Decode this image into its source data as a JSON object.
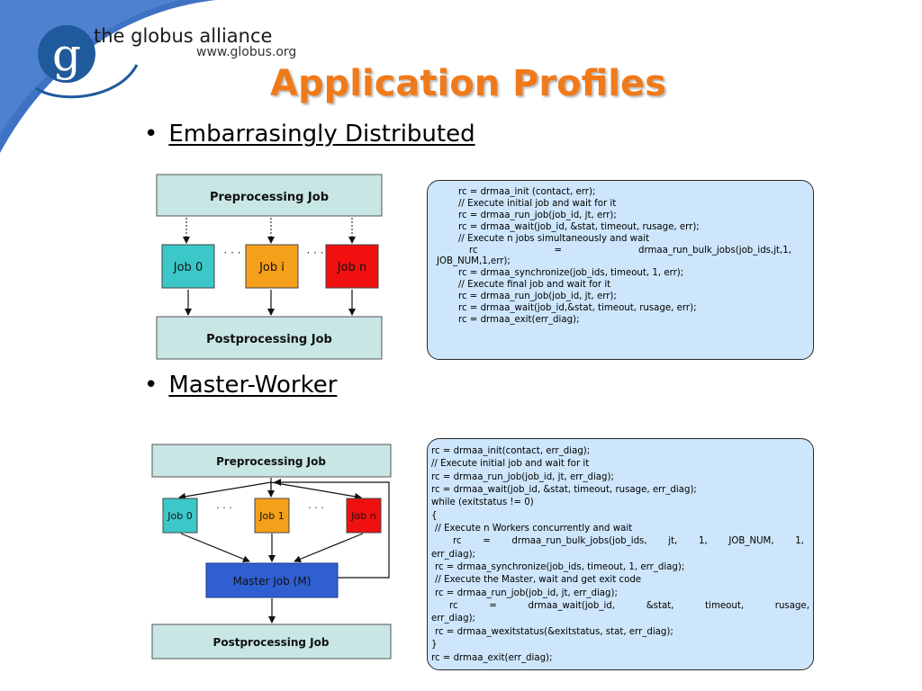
{
  "header": {
    "brand_name": "the globus alliance",
    "brand_url": "www.globus.org",
    "logo_letter": "g",
    "logo_color": "#1f5a9c",
    "swoosh_color": "#3d72c4"
  },
  "title": "Application Profiles",
  "title_color": "#f07a1a",
  "bullets": [
    {
      "label": "Embarrasingly Distributed"
    },
    {
      "label": "Master-Worker"
    }
  ],
  "diagram1": {
    "preprocessing": "Preprocessing Job",
    "postprocessing": "Postprocessing Job",
    "jobs": [
      "Job 0",
      "Job i",
      "Job n"
    ],
    "ellipses": [
      "· · ·",
      "· · ·"
    ]
  },
  "diagram2": {
    "preprocessing": "Preprocessing Job",
    "postprocessing": "Postprocessing Job",
    "master": "Master Job (M)",
    "jobs": [
      "Job 0",
      "Job 1",
      "Job n"
    ],
    "ellipses": [
      "· · ·",
      "· · ·"
    ]
  },
  "colors": {
    "stage_fill": "#c8e6e4",
    "job0_fill": "#3cc8c8",
    "jobi_fill": "#f5a01a",
    "jobn_fill": "#f01010",
    "master_fill": "#2f5fd0",
    "code_bg": "#cde6fb"
  },
  "code1": {
    "l01": "rc = drmaa_init (contact, err);",
    "l02": "// Execute initial job and wait for it",
    "l03": "rc = drmaa_run_job(job_id, jt, err);",
    "l04": "rc = drmaa_wait(job_id, &stat, timeout, rusage, err);",
    "l05": "// Execute n jobs simultaneously and wait",
    "l06a": "rc",
    "l06b": "=",
    "l06c": "drmaa_run_bulk_jobs(job_ids,jt,1,",
    "l07": "JOB_NUM,1,err);",
    "l08": "rc = drmaa_synchronize(job_ids, timeout, 1, err);",
    "l09": "// Execute final job and wait for it",
    "l10": "rc = drmaa_run_job(job_id, jt, err);",
    "l11": "rc = drmaa_wait(job_id,&stat, timeout, rusage, err);",
    "l12": "rc = drmaa_exit(err_diag);"
  },
  "code2": {
    "l01": "rc = drmaa_init(contact, err_diag);",
    "l02": "// Execute initial job and wait for it",
    "l03": "rc = drmaa_run_job(job_id, jt, err_diag);",
    "l04": "rc = drmaa_wait(job_id, &stat, timeout, rusage, err_diag);",
    "l05": "while (exitstatus != 0)",
    "l06": "{",
    "l07": "// Execute n Workers concurrently and wait",
    "l08a": "rc",
    "l08b": "=",
    "l08c": "drmaa_run_bulk_jobs(job_ids,",
    "l08d": "jt,",
    "l08e": "1,",
    "l08f": "JOB_NUM,",
    "l08g": "1,",
    "l09": "err_diag);",
    "l10": "rc = drmaa_synchronize(job_ids, timeout, 1, err_diag);",
    "l11": "// Execute the Master, wait and get exit code",
    "l12": "rc = drmaa_run_job(job_id, jt, err_diag);",
    "l13a": "rc",
    "l13b": "=",
    "l13c": "drmaa_wait(job_id,",
    "l13d": "&stat,",
    "l13e": "timeout,",
    "l13f": "rusage,",
    "l14": "err_diag);",
    "l15": "rc = drmaa_wexitstatus(&exitstatus, stat, err_diag);",
    "l16": "}",
    "l17": "rc = drmaa_exit(err_diag);"
  }
}
